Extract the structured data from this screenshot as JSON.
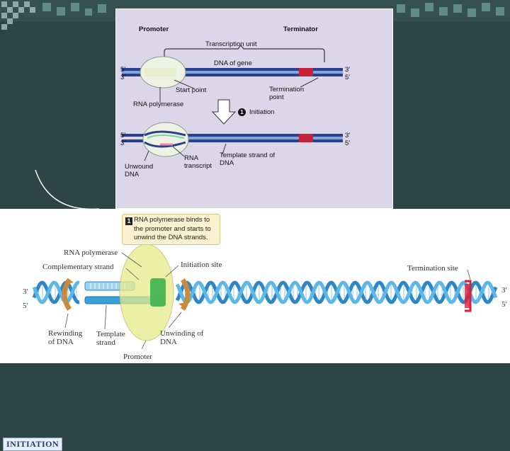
{
  "top_diagram": {
    "promoter": "Promoter",
    "terminator": "Terminator",
    "transcription_unit": "Transcription unit",
    "dna_of_gene": "DNA of gene",
    "five_prime": "5′",
    "three_prime": "3′",
    "start_point": "Start point",
    "termination_point": "Termination point",
    "rna_polymerase": "RNA polymerase",
    "step_number": "1",
    "initiation": "Initiation",
    "unwound_dna": "Unwound DNA",
    "rna_transcript": "RNA transcript",
    "template_strand": "Template strand of DNA"
  },
  "bottom_diagram": {
    "header": "INITIATION",
    "callout_number": "1",
    "callout_text": "RNA polymerase binds to the promoter and starts to unwind the DNA strands.",
    "rna_polymerase": "RNA polymerase",
    "complementary_strand": "Complementary strand",
    "initiation_site": "Initiation site",
    "termination_site": "Termination site",
    "three_prime": "3′",
    "five_prime": "5′",
    "rewinding": "Rewinding of DNA",
    "template_strand": "Template strand",
    "promoter": "Promoter",
    "unwinding": "Unwinding of DNA"
  },
  "colors": {
    "background": "#2e4546",
    "dna_blue": "#2b3f8f",
    "helix_blue": "#3aa0d8",
    "termination_red": "#d6203a",
    "polymerase_yellow": "#e6ec8a"
  }
}
